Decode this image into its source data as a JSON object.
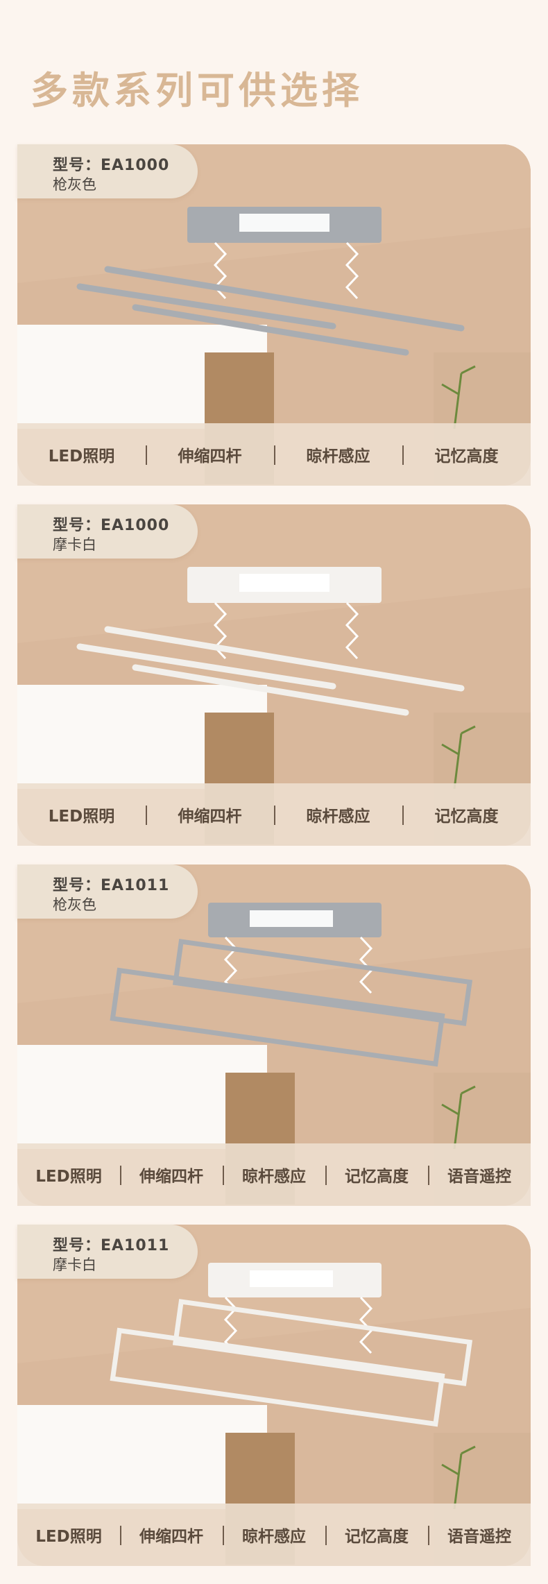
{
  "headline": "多款系列可供选择",
  "products": [
    {
      "model": "型号：EA1000",
      "color": "枪灰色",
      "finish": "#9fa3a8",
      "features": [
        "LED照明",
        "伸缩四杆",
        "晾杆感应",
        "记忆高度"
      ]
    },
    {
      "model": "型号：EA1000",
      "color": "摩卡白",
      "finish": "#f3f1ee",
      "features": [
        "LED照明",
        "伸缩四杆",
        "晾杆感应",
        "记忆高度"
      ]
    },
    {
      "model": "型号：EA1011",
      "color": "枪灰色",
      "finish": "#9fa3a8",
      "features": [
        "LED照明",
        "伸缩四杆",
        "晾杆感应",
        "记忆高度",
        "语音遥控"
      ]
    },
    {
      "model": "型号：EA1011",
      "color": "摩卡白",
      "finish": "#f3f1ee",
      "features": [
        "LED照明",
        "伸缩四杆",
        "晾杆感应",
        "记忆高度",
        "语音遥控"
      ]
    }
  ]
}
